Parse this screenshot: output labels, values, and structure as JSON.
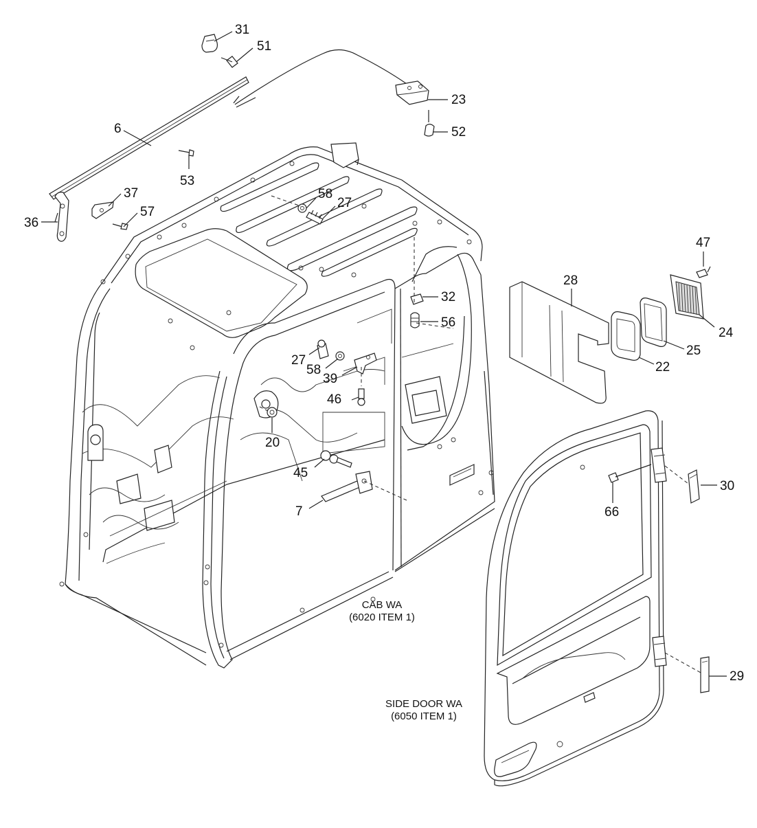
{
  "callouts": {
    "n31": "31",
    "n51": "51",
    "n23": "23",
    "n52": "52",
    "n6": "6",
    "n53": "53",
    "n37": "37",
    "n57": "57",
    "n36": "36",
    "n58a": "58",
    "n27a": "27",
    "n47": "47",
    "n28": "28",
    "n32": "32",
    "n56": "56",
    "n24": "24",
    "n25": "25",
    "n22": "22",
    "n27b": "27",
    "n58b": "58",
    "n39": "39",
    "n46": "46",
    "n20": "20",
    "n45": "45",
    "n7": "7",
    "n30": "30",
    "n66": "66",
    "n29": "29"
  },
  "captions": {
    "cab_line1": "CAB WA",
    "cab_line2": "(6020 ITEM 1)",
    "door_line1": "SIDE DOOR WA",
    "door_line2": "(6050 ITEM 1)"
  }
}
